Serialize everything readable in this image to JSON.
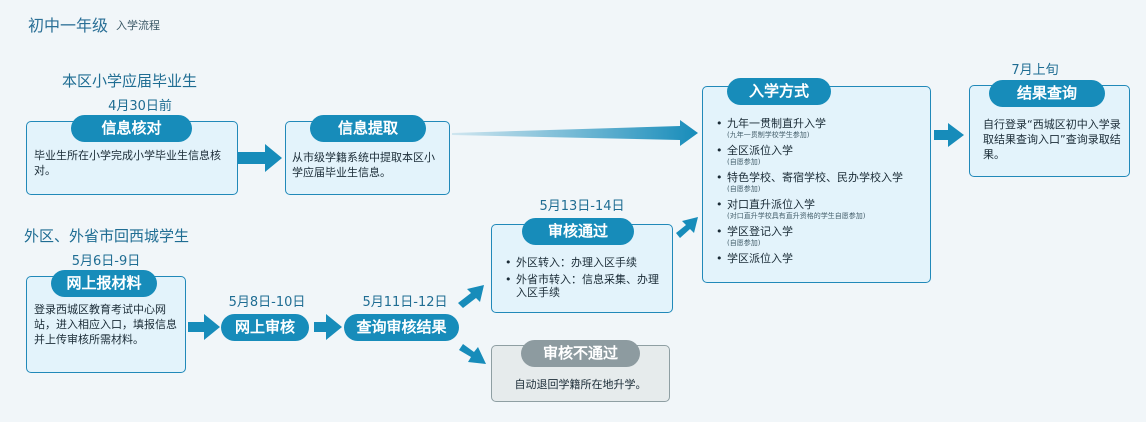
{
  "header": {
    "title": "初中一年级",
    "subtitle": "入学流程"
  },
  "groups": {
    "local": "本区小学应届毕业生",
    "outside": "外区、外省市回西城学生"
  },
  "dates": {
    "d430": "4月30日前",
    "d56": "5月6日-9日",
    "d58": "5月8日-10日",
    "d511": "5月11日-12日",
    "d513": "5月13日-14日",
    "d7": "7月上旬"
  },
  "steps": {
    "verify": {
      "label": "信息核对",
      "desc": "毕业生所在小学完成小学毕业生信息核对。"
    },
    "extract": {
      "label": "信息提取",
      "desc": "从市级学籍系统中提取本区小学应届毕业生信息。"
    },
    "submit": {
      "label": "网上报材料",
      "desc": "登录西城区教育考试中心网站，进入相应入口，填报信息并上传审核所需材料。"
    },
    "online_review": {
      "label": "网上审核"
    },
    "check_result": {
      "label": "查询审核结果"
    },
    "passed": {
      "label": "审核通过",
      "items": [
        "外区转入：办理入区手续",
        "外省市转入：信息采集、办理入区手续"
      ]
    },
    "failed": {
      "label": "审核不通过",
      "desc": "自动退回学籍所在地升学。"
    },
    "methods": {
      "label": "入学方式",
      "items": [
        {
          "name": "九年一贯制直升入学",
          "note": "(九年一贯制学校学生参加)"
        },
        {
          "name": "全区派位入学",
          "note": "(自愿参加)"
        },
        {
          "name": "特色学校、寄宿学校、民办学校入学",
          "note": "(自愿参加)"
        },
        {
          "name": "对口直升派位入学",
          "note": "(对口直升学校具有直升资格的学生自愿参加)"
        },
        {
          "name": "学区登记入学",
          "note": "(自愿参加)"
        },
        {
          "name": "学区派位入学",
          "note": ""
        }
      ]
    },
    "result": {
      "label": "结果查询",
      "desc": "自行登录“西城区初中入学录取结果查询入口”查询录取结果。"
    }
  },
  "colors": {
    "accent": "#178cba",
    "border": "#2189b9",
    "box_bg": "#e3f3fb",
    "gray": "#8d9ba0",
    "bg": "#f1f6f9"
  }
}
